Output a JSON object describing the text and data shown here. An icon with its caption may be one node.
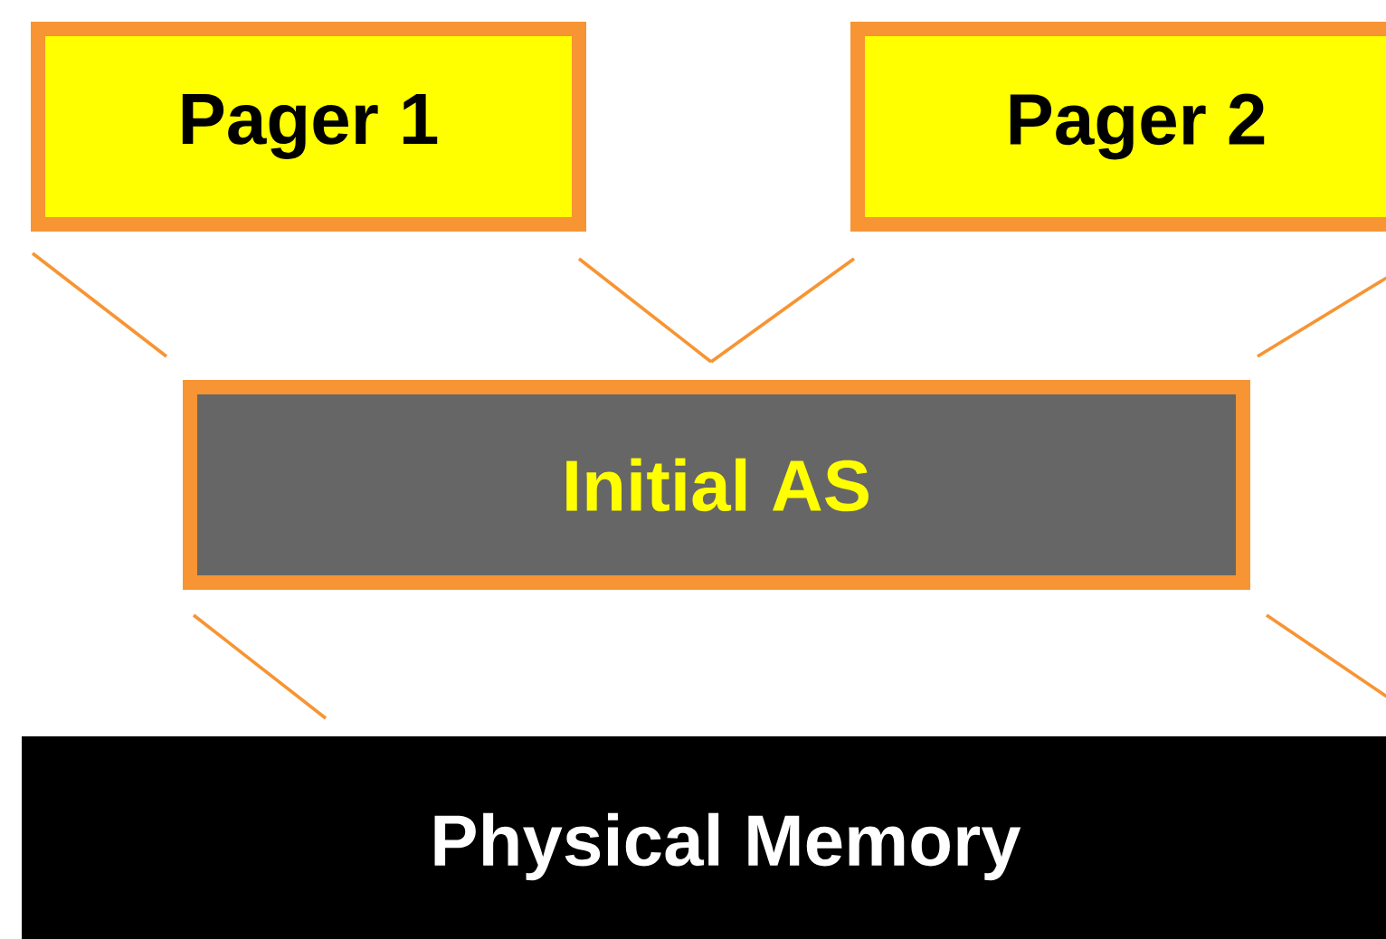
{
  "diagram": {
    "nodes": [
      {
        "text": [
          "Pager 1"
        ]
      },
      {
        "text": [
          "Pager 2"
        ]
      },
      {
        "text": [
          "Initial AS"
        ]
      },
      {
        "text": [
          "Physical Memory"
        ]
      }
    ],
    "edges": [
      {
        "from": 0,
        "to": 2,
        "arrow": "none"
      },
      {
        "from": 0,
        "to": 2,
        "arrow": "none"
      },
      {
        "from": 1,
        "to": 2,
        "arrow": "none"
      },
      {
        "from": 1,
        "to": 2,
        "arrow": "none"
      },
      {
        "from": 2,
        "to": 3,
        "arrow": "none"
      },
      {
        "from": 2,
        "to": 3,
        "arrow": "none"
      }
    ]
  }
}
